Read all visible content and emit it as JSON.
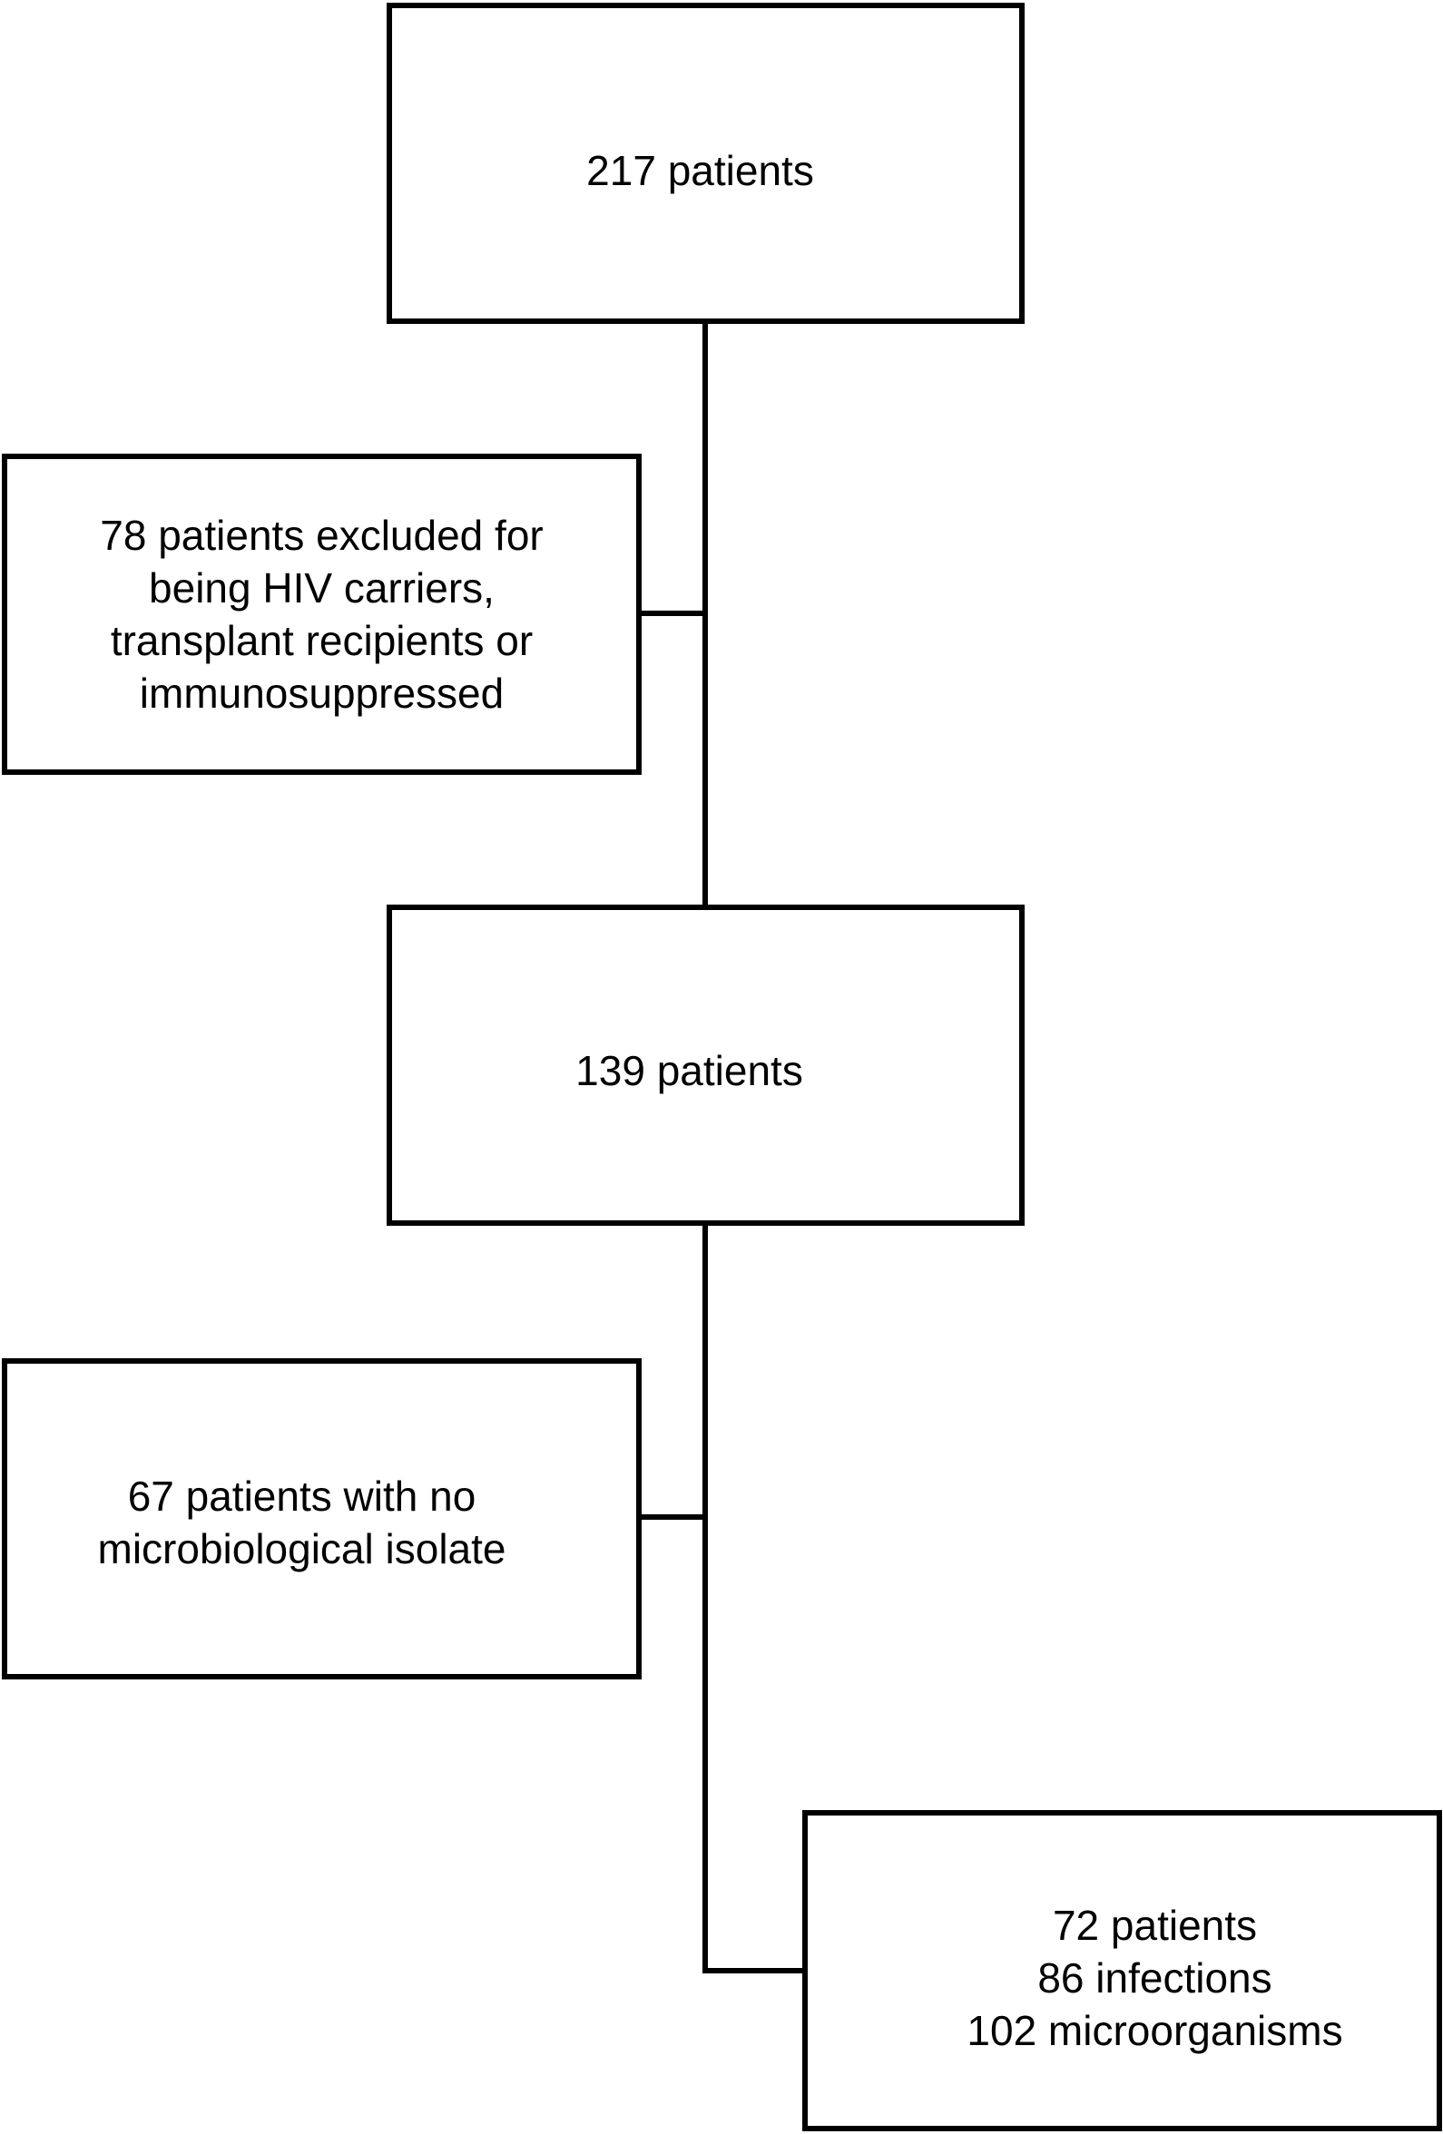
{
  "flowchart": {
    "nodes": {
      "total": "217 patients",
      "excluded": "78 patients excluded for\nbeing HIV carriers,\ntransplant recipients or\nimmunosuppressed",
      "included": "139 patients",
      "no_isolate": "67 patients with no\nmicrobiological isolate",
      "final": "72 patients\n86 infections\n102 microorganisms"
    },
    "edges": [
      {
        "from": "total",
        "to": "included"
      },
      {
        "from": "total",
        "to": "excluded"
      },
      {
        "from": "included",
        "to": "no_isolate"
      },
      {
        "from": "included",
        "to": "final"
      }
    ]
  }
}
